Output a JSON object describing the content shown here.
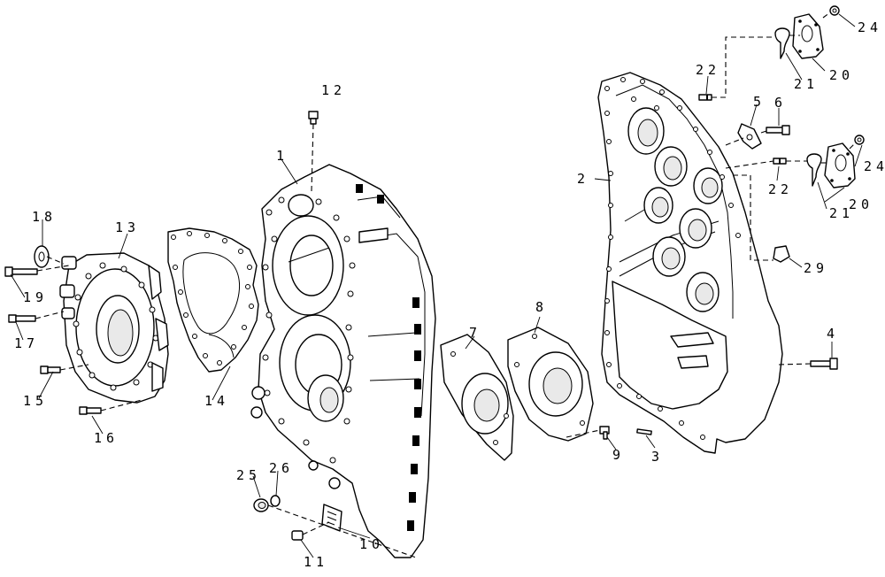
{
  "callouts": {
    "c1": "1",
    "c2": "2",
    "c3": "3",
    "c4": "4",
    "c5": "5",
    "c6": "6",
    "c7": "7",
    "c8": "8",
    "c9": "9",
    "c10": "10",
    "c11": "11",
    "c12": "12",
    "c13": "13",
    "c14": "14",
    "c15": "15",
    "c16": "16",
    "c17": "17",
    "c18": "18",
    "c19": "19",
    "c20a": "20",
    "c20b": "20",
    "c21a": "21",
    "c21b": "21",
    "c22a": "22",
    "c22b": "22",
    "c24a": "24",
    "c24b": "24",
    "c25": "25",
    "c26": "26",
    "c29": "29"
  }
}
